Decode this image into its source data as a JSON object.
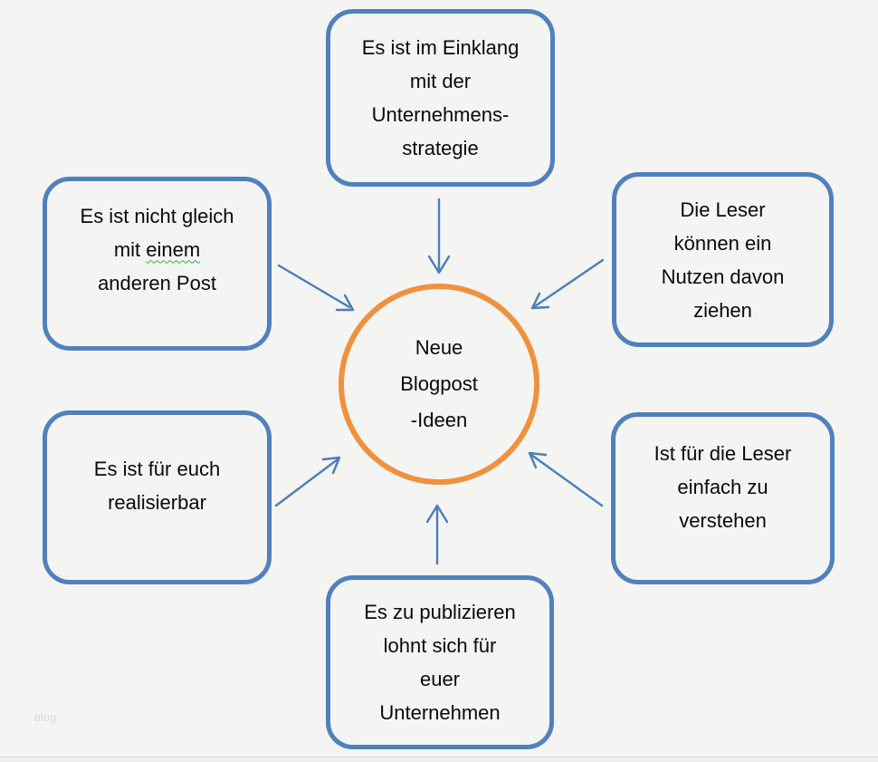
{
  "colors": {
    "background": "#f4f4f3",
    "box_border": "#4f81bd",
    "circle_border": "#f0913e",
    "arrow": "#4a7ebb",
    "text": "#0a0a0a",
    "squiggle": "#2eb34b",
    "watermark": "#d6d6d6",
    "bottom_strip": "#ededed",
    "bottom_strip_line": "#d9d9d9"
  },
  "diagram": {
    "center_circle": {
      "lines": [
        "Neue",
        "Blogpost",
        "-Ideen"
      ]
    },
    "boxes": [
      {
        "id": "top",
        "lines": [
          "Es ist im Einklang",
          "mit der",
          "Unternehmens-",
          "strategie"
        ]
      },
      {
        "id": "upper-left",
        "lines": [
          "Es ist nicht gleich",
          [
            {
              "t": "mit "
            },
            {
              "t": "einem",
              "wavy": true
            }
          ],
          "anderen Post"
        ]
      },
      {
        "id": "upper-right",
        "lines": [
          "Die Leser",
          "können ein",
          "Nutzen davon",
          "ziehen"
        ]
      },
      {
        "id": "lower-left",
        "lines": [
          "Es ist für euch",
          "realisierbar"
        ]
      },
      {
        "id": "lower-right",
        "lines": [
          "Ist für die Leser",
          "einfach zu",
          "verstehen"
        ]
      },
      {
        "id": "bottom",
        "lines": [
          "Es zu publizieren",
          "lohnt sich für",
          "euer",
          "Unternehmen"
        ]
      }
    ],
    "watermark": "blog"
  }
}
